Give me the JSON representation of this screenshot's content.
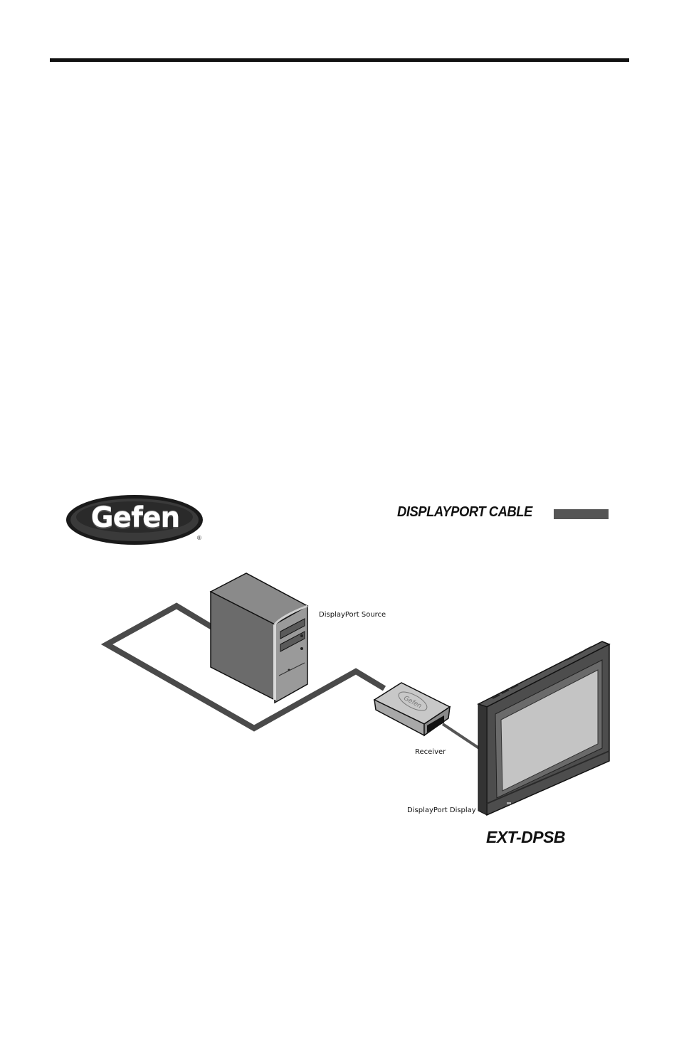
{
  "brand": {
    "logo_text": "Gefen",
    "registered_mark": "®"
  },
  "header": {
    "title": "DISPLAYPORT CABLE"
  },
  "diagram": {
    "labels": {
      "source": "DisplayPort Source",
      "receiver": "Receiver",
      "display": "DisplayPort Display"
    },
    "receiver_device_text": "Gefen"
  },
  "product": {
    "model": "EXT-DPSB"
  },
  "colors": {
    "ink": "#111111",
    "cable": "#4a4a4a",
    "header_bar": "#555555",
    "tower_face": "#6b6b6b",
    "screen": "#c4c4c4"
  }
}
